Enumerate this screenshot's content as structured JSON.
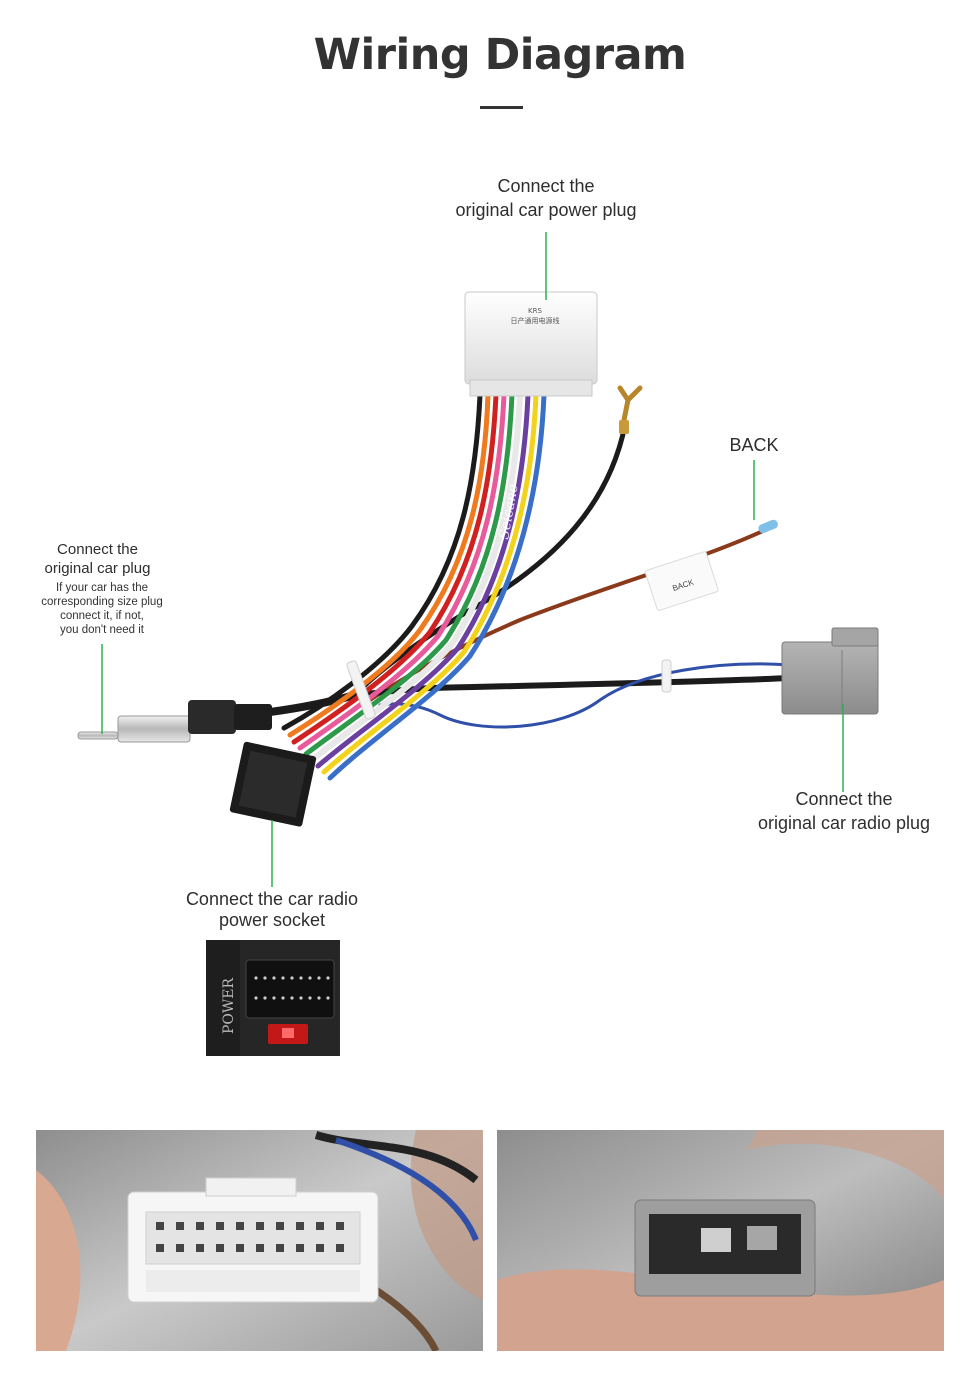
{
  "header": {
    "title": "Wiring Diagram"
  },
  "labels": {
    "power_plug": [
      "Connect the",
      "original car power plug"
    ],
    "back": "BACK",
    "car_plug": [
      "Connect the",
      "original car plug"
    ],
    "car_plug_note": [
      "If your car has the",
      "corresponding size plug",
      "connect it, if not,",
      "you don't need it"
    ],
    "radio_plug": [
      "Connect the",
      "original car radio plug"
    ],
    "power_socket": [
      "Connect the car radio",
      "power socket"
    ]
  },
  "connector_print": {
    "top_plug_line1": "KRS",
    "top_plug_line2": "日产通用电源线",
    "back_tag": "BACK",
    "watermark": "Seicane",
    "socket_text": "POWER"
  },
  "colors": {
    "leader": "#2bb24c",
    "wire_black": "#1b1b1b",
    "wire_brown": "#8a3a1a",
    "wire_blue": "#2f4fa8",
    "plug_white": "#f4f4f4",
    "plug_gray": "#9a9a9a"
  }
}
